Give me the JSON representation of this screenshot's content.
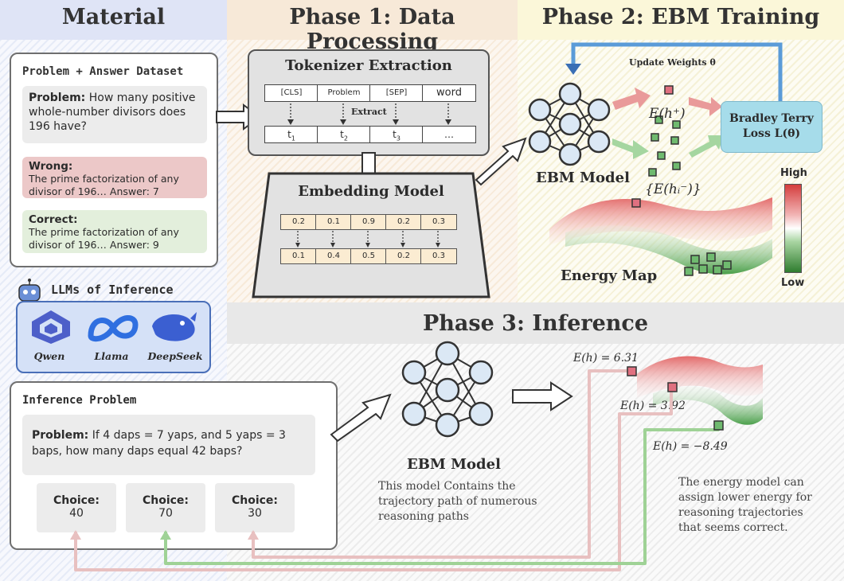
{
  "headers": {
    "material": "Material",
    "phase1": "Phase 1: Data Processing",
    "phase2": "Phase 2: EBM Training",
    "phase3": "Phase 3: Inference"
  },
  "dataset": {
    "title": "Problem + Answer Dataset",
    "problem_label": "Problem:",
    "problem_text": "How many positive whole-number divisors does 196 have?",
    "wrong_label": "Wrong:",
    "wrong_text": "The prime factorization of any divisor of 196… Answer: 7",
    "correct_label": "Correct:",
    "correct_text": "The prime factorization of any divisor of 196… Answer: 9"
  },
  "llms": {
    "title": "LLMs of Inference",
    "models": [
      "Qwen",
      "Llama",
      "DeepSeek"
    ]
  },
  "inference_problem": {
    "title": "Inference Problem",
    "problem_label": "Problem:",
    "problem_text": "If 4 daps = 7 yaps, and 5 yaps = 3 baps, how many daps equal 42 baps?",
    "choice_label": "Choice:",
    "choices": [
      "40",
      "70",
      "30"
    ]
  },
  "tokenizer": {
    "title": "Tokenizer Extraction",
    "tokens": [
      "[CLS]",
      "Problem",
      "[SEP]",
      "word"
    ],
    "extract_label": "Extract",
    "ids": [
      "t",
      "t",
      "t",
      "…"
    ],
    "id_subs": [
      "1",
      "2",
      "3",
      ""
    ]
  },
  "embedding": {
    "title": "Embedding Model",
    "row1": [
      "0.2",
      "0.1",
      "0.9",
      "0.2",
      "0.3"
    ],
    "row2": [
      "0.1",
      "0.4",
      "0.5",
      "0.2",
      "0.3"
    ]
  },
  "training": {
    "update_label": "Update Weights θ",
    "ebm_label": "EBM Model",
    "pos_label": "E(h⁺)",
    "neg_label": "{E(hᵢ⁻)}",
    "loss_line1": "Bradley Terry",
    "loss_line2": "Loss L(θ)",
    "legend_high": "High",
    "legend_low": "Low",
    "energy_map_label": "Energy Map",
    "colors": {
      "red": "#e07070",
      "green": "#6fba6f",
      "loss_box": "#a6dcea"
    }
  },
  "inference": {
    "ebm_label": "EBM Model",
    "ebm_desc": "This model Contains the trajectory path of numerous reasoning paths",
    "energy_values": [
      "E(h) = 6.31",
      "E(h) = 3.92",
      "E(h) = −8.49"
    ],
    "note": "The energy model can assign lower energy for reasoning trajectories that seems correct."
  }
}
